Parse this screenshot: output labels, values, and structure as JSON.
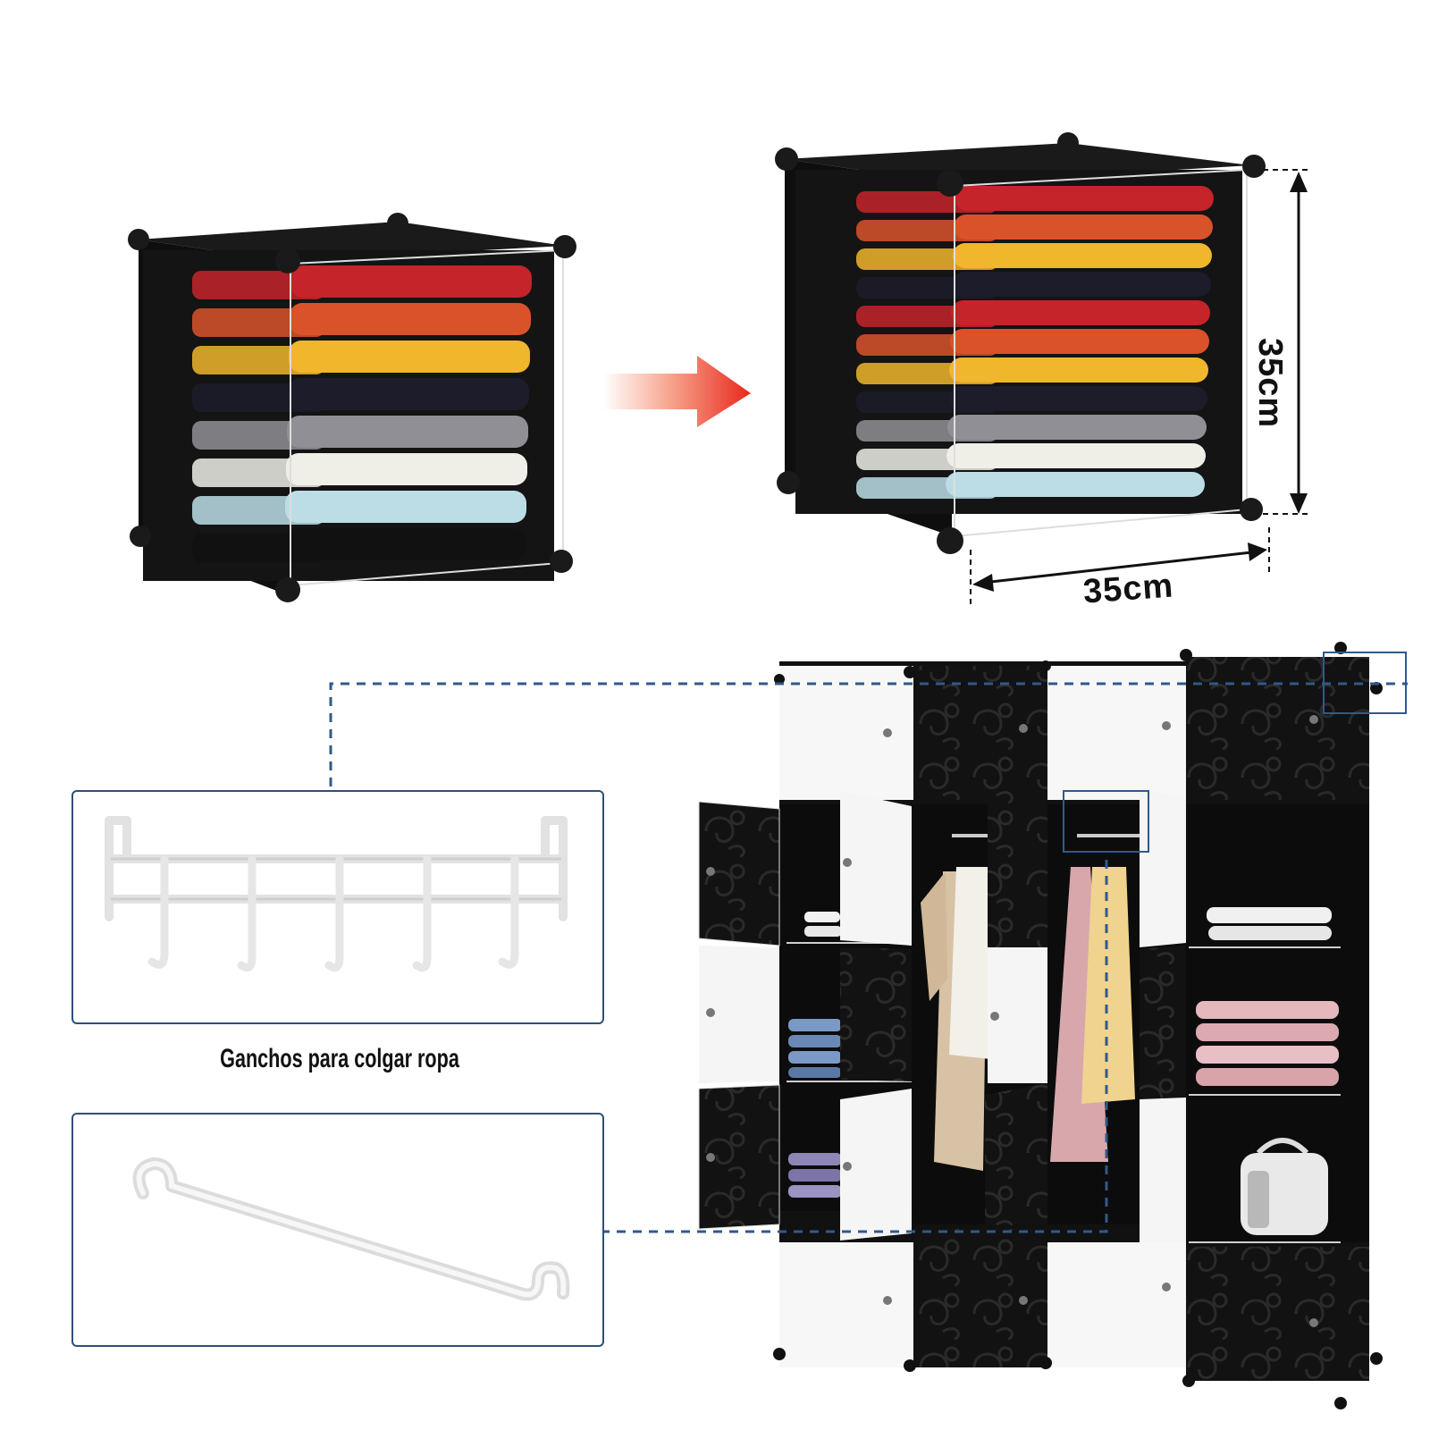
{
  "dimensions": {
    "width_label": "35cm",
    "height_label": "35cm"
  },
  "accessories": {
    "hanger_caption": "Ganchos para colgar ropa"
  },
  "colors": {
    "cube_black": "#111111",
    "panel_white": "#f7f7f7",
    "callout_blue": "#2f5a8a",
    "arrow_red": "#e8281c"
  },
  "clothes_stack_colors": [
    "#c4242a",
    "#d9522a",
    "#f0b62c",
    "#1c1c2a",
    "#8f8f95",
    "#efefe8",
    "#bcdde6",
    "#111111"
  ],
  "doubled_stack_colors": [
    "#c4242a",
    "#d9522a",
    "#f0b62c",
    "#1c1c2a",
    "#c4242a",
    "#d9522a",
    "#f0b62c",
    "#1c1c2a",
    "#8f8f95",
    "#efefe8",
    "#bcdde6"
  ]
}
